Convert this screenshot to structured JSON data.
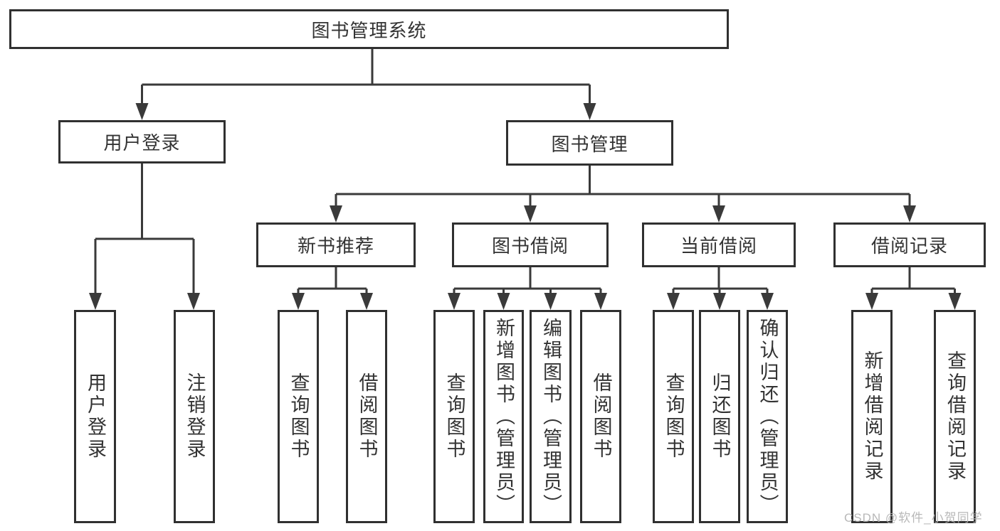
{
  "meta": {
    "background": "#ffffff",
    "line_color": "#3a3a3a",
    "border_color": "#303030",
    "text_color": "#333333"
  },
  "nodes": {
    "root": {
      "label": "图书管理系统"
    },
    "user_login": {
      "label": "用户登录"
    },
    "book_management": {
      "label": "图书管理"
    },
    "new_book_recommend": {
      "label": "新书推荐"
    },
    "book_borrow": {
      "label": "图书借阅"
    },
    "current_borrow": {
      "label": "当前借阅"
    },
    "borrow_record": {
      "label": "借阅记录"
    },
    "leaf_user_login": {
      "label": "用户登录"
    },
    "leaf_logout": {
      "label": "注销登录"
    },
    "leaf_query_book_recommend": {
      "label": "查询图书"
    },
    "leaf_borrow_book_recommend": {
      "label": "借阅图书"
    },
    "leaf_query_book_borrow": {
      "label": "查询图书"
    },
    "leaf_add_book_admin": {
      "label": "新增图书（管理员）"
    },
    "leaf_edit_book_admin": {
      "label": "编辑图书（管理员）"
    },
    "leaf_borrow_book_borrow": {
      "label": "借阅图书"
    },
    "leaf_query_book_current": {
      "label": "查询图书"
    },
    "leaf_return_book": {
      "label": "归还图书"
    },
    "leaf_confirm_return_admin": {
      "label": "确认归还（管理员）"
    },
    "leaf_add_borrow_record": {
      "label": "新增借阅记录"
    },
    "leaf_query_borrow_record": {
      "label": "查询借阅记录"
    }
  },
  "hierarchy": {
    "图书管理系统": [
      "用户登录",
      "图书管理"
    ],
    "用户登录": [
      "用户登录",
      "注销登录"
    ],
    "图书管理": [
      "新书推荐",
      "图书借阅",
      "当前借阅",
      "借阅记录"
    ],
    "新书推荐": [
      "查询图书",
      "借阅图书"
    ],
    "图书借阅": [
      "查询图书",
      "新增图书（管理员）",
      "编辑图书（管理员）",
      "借阅图书"
    ],
    "当前借阅": [
      "查询图书",
      "归还图书",
      "确认归还（管理员）"
    ],
    "借阅记录": [
      "新增借阅记录",
      "查询借阅记录"
    ]
  },
  "watermark": {
    "text": "CSDN @软件_小贺同学",
    "color": "#b2b2b2"
  }
}
